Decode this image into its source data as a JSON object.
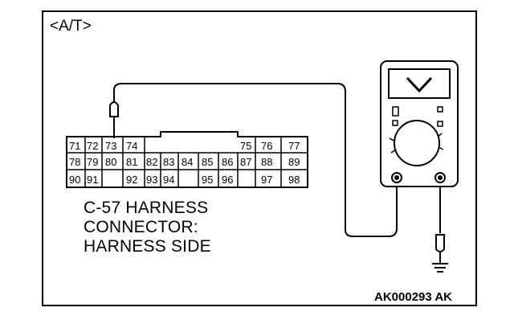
{
  "header": {
    "mode_label": "<A/T>"
  },
  "connector": {
    "name_line1": "C-57 HARNESS",
    "name_line2": "CONNECTOR:",
    "name_line3": "HARNESS SIDE",
    "pins": [
      "71",
      "72",
      "73",
      "74",
      "75",
      "76",
      "77",
      "78",
      "79",
      "80",
      "81",
      "82",
      "83",
      "84",
      "85",
      "86",
      "87",
      "88",
      "89",
      "90",
      "91",
      "92",
      "93",
      "94",
      "95",
      "96",
      "97",
      "98"
    ]
  },
  "footer": {
    "figure_code": "AK000293 AK"
  }
}
